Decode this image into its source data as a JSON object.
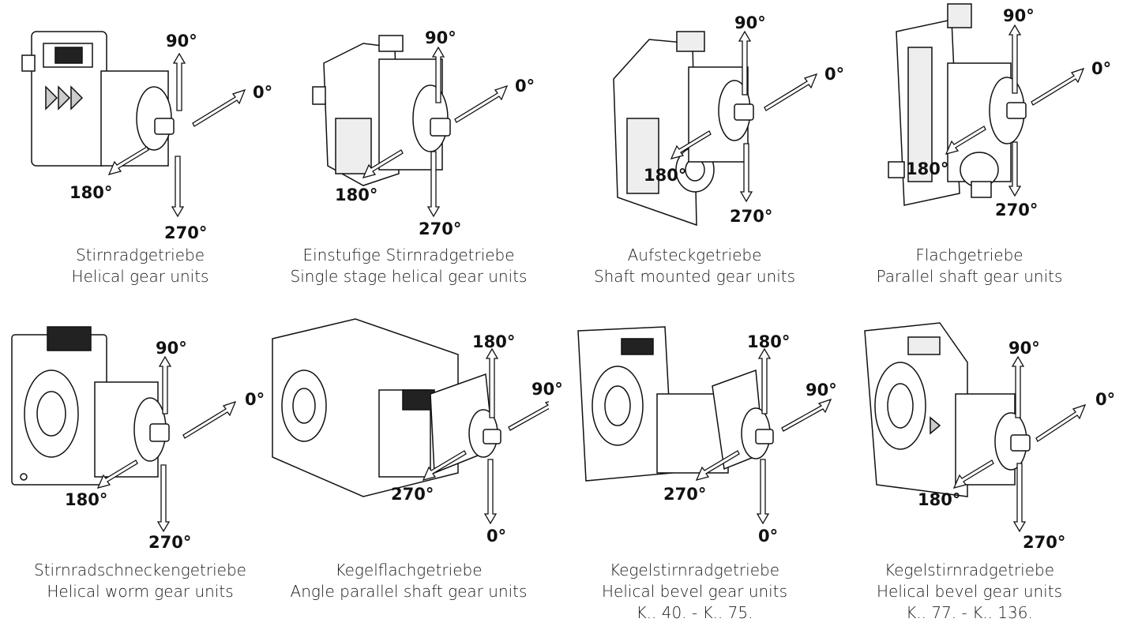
{
  "panels": [
    {
      "de": "Stirnradgetriebe",
      "en": "Helical gear units",
      "extra": "",
      "up": "90°",
      "right": "0°",
      "down": "270°",
      "diag": "180°"
    },
    {
      "de": "Einstufige Stirnradgetriebe",
      "en": "Single stage helical gear units",
      "extra": "",
      "up": "90°",
      "right": "0°",
      "down": "270°",
      "diag": "180°"
    },
    {
      "de": "Aufsteckgetriebe",
      "en": "Shaft mounted gear units",
      "extra": "",
      "up": "90°",
      "right": "0°",
      "down": "270°",
      "diag": "180°"
    },
    {
      "de": "Flachgetriebe",
      "en": "Parallel shaft gear units",
      "extra": "",
      "up": "90°",
      "right": "0°",
      "down": "270°",
      "diag": "180°"
    },
    {
      "de": "Stirnradschneckengetriebe",
      "en": "Helical worm gear units",
      "extra": "",
      "up": "90°",
      "right": "0°",
      "down": "270°",
      "diag": "180°"
    },
    {
      "de": "Kegelflachgetriebe",
      "en": "Angle parallel shaft gear units",
      "extra": "",
      "up": "180°",
      "right": "90°",
      "down": "0°",
      "diag": "270°"
    },
    {
      "de": "Kegelstirnradgetriebe",
      "en": "Helical bevel gear units",
      "extra": "K.. 40. - K.. 75.",
      "up": "180°",
      "right": "90°",
      "down": "0°",
      "diag": "270°"
    },
    {
      "de": "Kegelstirnradgetriebe",
      "en": "Helical bevel gear units",
      "extra": "K.. 77. - K.. 136.",
      "up": "90°",
      "right": "0°",
      "down": "270°",
      "diag": "180°"
    }
  ]
}
